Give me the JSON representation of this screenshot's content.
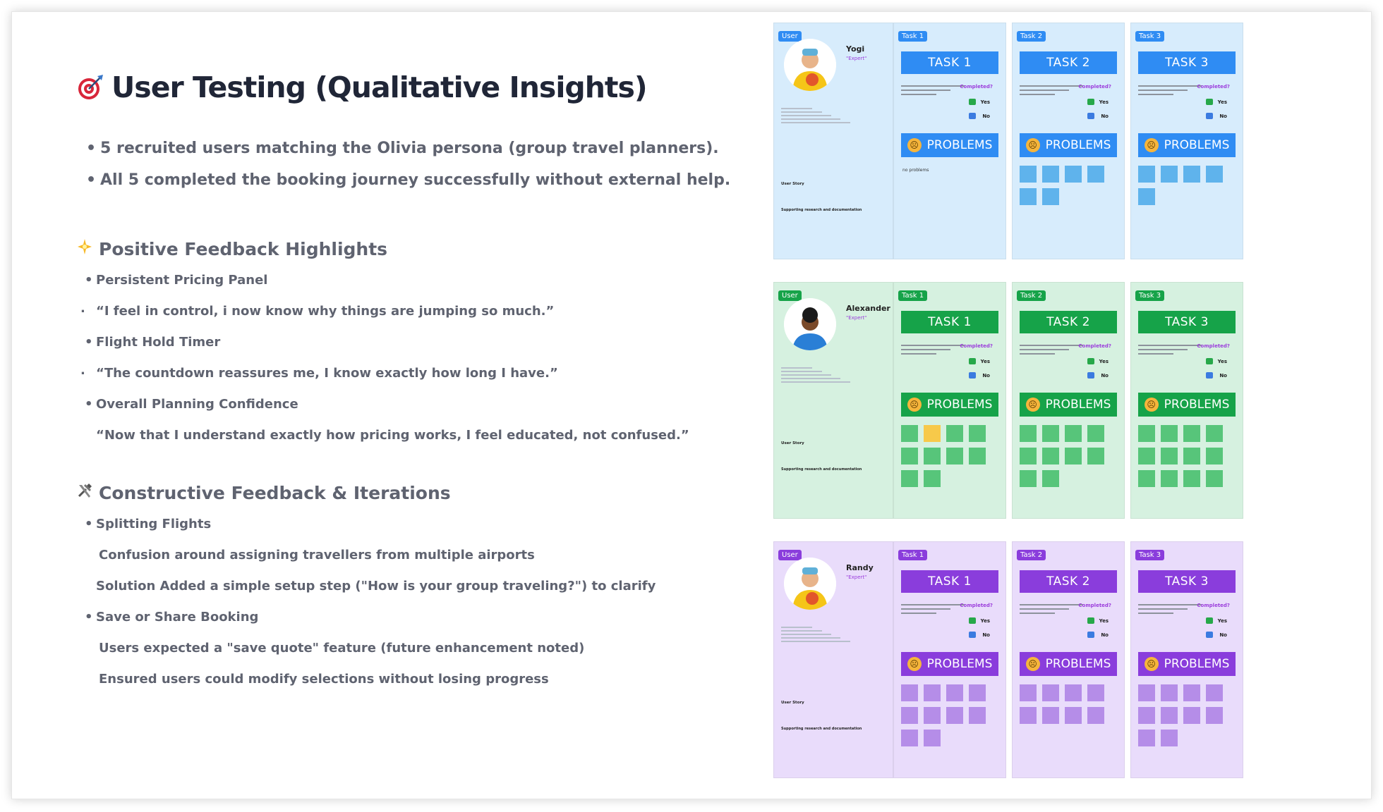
{
  "title": "User Testing (Qualitative Insights)",
  "intro_bullets": [
    "5 recruited users matching the Olivia persona (group travel planners).",
    "All 5 completed the booking journey successfully without external help."
  ],
  "positive": {
    "heading": "Positive Feedback Highlights",
    "items": [
      "Persistent Pricing Panel",
      "“I feel in control, i now know why things are jumping so much.”",
      "Flight Hold Timer",
      "“The countdown reassures me, I know exactly how long I have.”",
      "Overall Planning Confidence",
      "“Now that I understand exactly how pricing works, I feel educated, not confused.”"
    ]
  },
  "constructive": {
    "heading": "Constructive Feedback & Iterations",
    "items": [
      "Splitting Flights",
      "Confusion around assigning travellers from multiple airports",
      "Solution Added a simple setup step (\"How is your group traveling?\") to clarify",
      "Save or Share Booking",
      "Users expected a \"save quote\" feature (future enhancement noted)",
      "Ensured users could modify selections without losing progress"
    ]
  },
  "board": {
    "user_tag": "User",
    "role": "\"Expert\"",
    "user_story_label": "User Story",
    "support_label": "Supporting research and documentation",
    "completed_label": "Completed?",
    "yes_label": "Yes",
    "no_label": "No",
    "problems_label": "PROBLEMS",
    "no_problems": "no problems",
    "task_tags": [
      "Task 1",
      "Task 2",
      "Task 3"
    ],
    "task_titles": [
      "TASK 1",
      "TASK 2",
      "TASK 3"
    ],
    "rows": [
      {
        "name": "Yogi",
        "color": "#2f8cf3",
        "bg": "#d7ecfc",
        "sticky": "#5fb3ec"
      },
      {
        "name": "Alexander",
        "color": "#16a349",
        "bg": "#d6f1e0",
        "sticky": "#57c57a"
      },
      {
        "name": "Randy",
        "color": "#8a3ddc",
        "bg": "#e9dcfb",
        "sticky": "#b58de8"
      }
    ]
  }
}
